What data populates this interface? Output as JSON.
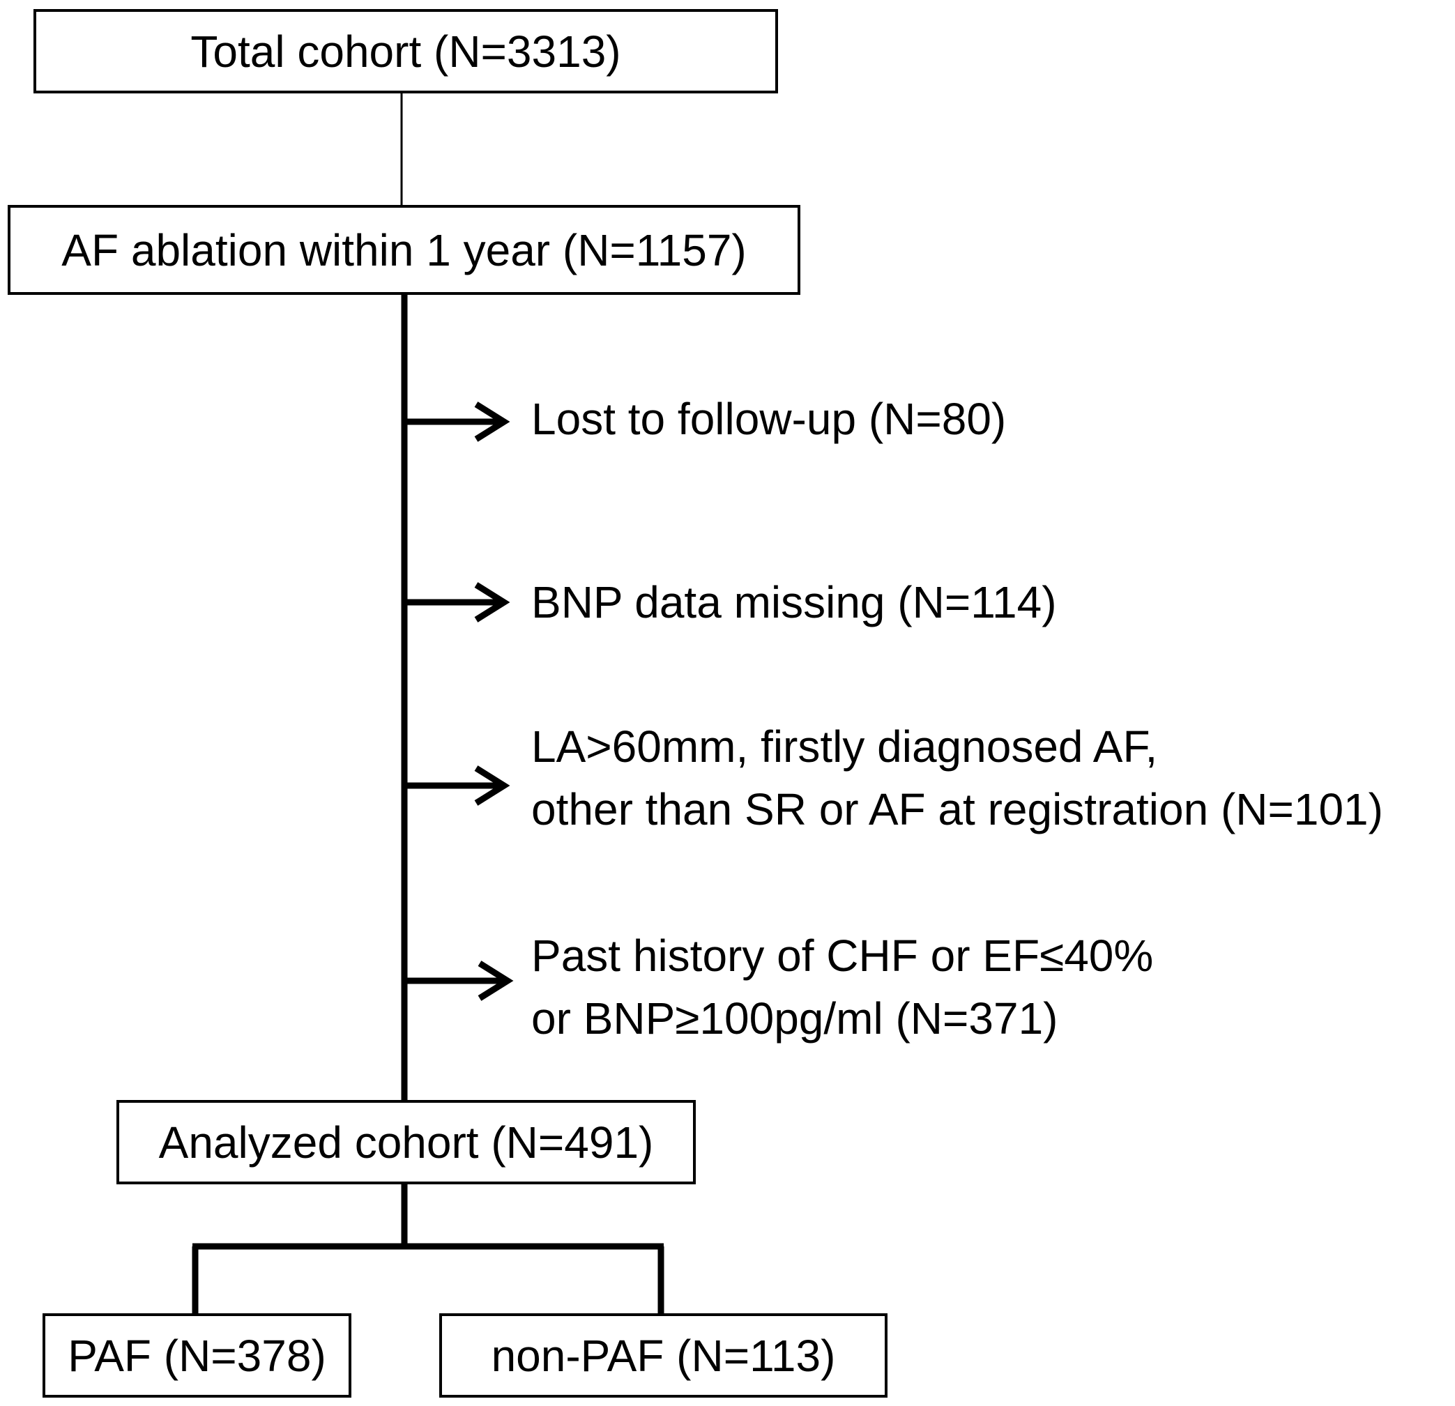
{
  "boxes": {
    "total_cohort": "Total cohort (N=3313)",
    "af_ablation": "AF ablation within 1 year (N=1157)",
    "analyzed_cohort": "Analyzed cohort (N=491)",
    "paf": "PAF (N=378)",
    "non_paf": "non-PAF (N=113)"
  },
  "exclusions": [
    {
      "lines": [
        "Lost to follow-up (N=80)"
      ]
    },
    {
      "lines": [
        "BNP data missing (N=114)"
      ]
    },
    {
      "lines": [
        "LA>60mm, firstly diagnosed AF,",
        "other than SR or AF at registration (N=101)"
      ]
    },
    {
      "lines": [
        "Past history of CHF or EF≤40%",
        "or BNP≥100pg/ml (N=371)"
      ]
    }
  ]
}
